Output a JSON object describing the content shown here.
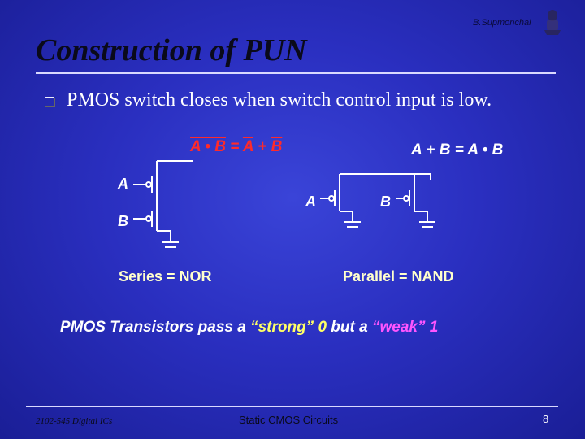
{
  "header": {
    "author": "B.Supmonchai",
    "title": "Construction of PUN"
  },
  "bullet": {
    "text": "PMOS switch closes when switch control input is low."
  },
  "equations": {
    "left": {
      "lhs": "A • B",
      "eq": " = ",
      "rhs_a": "A",
      "plus": " + ",
      "rhs_b": "B"
    },
    "right": {
      "lhs": "A + B",
      "eq": " = ",
      "rhs_a": "A",
      "dot": " • ",
      "rhs_b": "B"
    }
  },
  "circuit_labels": {
    "series_a": "A",
    "series_b": "B",
    "parallel_a": "A",
    "parallel_b": "B"
  },
  "captions": {
    "series": "Series = NOR",
    "parallel": "Parallel = NAND"
  },
  "note": {
    "prefix": "PMOS Transistors pass a ",
    "strong": "“strong” 0",
    "middle": " but a ",
    "weak": "“weak” 1"
  },
  "footer": {
    "course": "2102-545 Digital ICs",
    "topic": "Static CMOS Circuits",
    "page": "8"
  },
  "colors": {
    "background": "#2a2fc0",
    "equation_left": "#ff2a2a",
    "equation_right": "#ffffff",
    "caption": "#ffffcc",
    "strong": "#ffff66",
    "weak": "#ff55ff"
  }
}
